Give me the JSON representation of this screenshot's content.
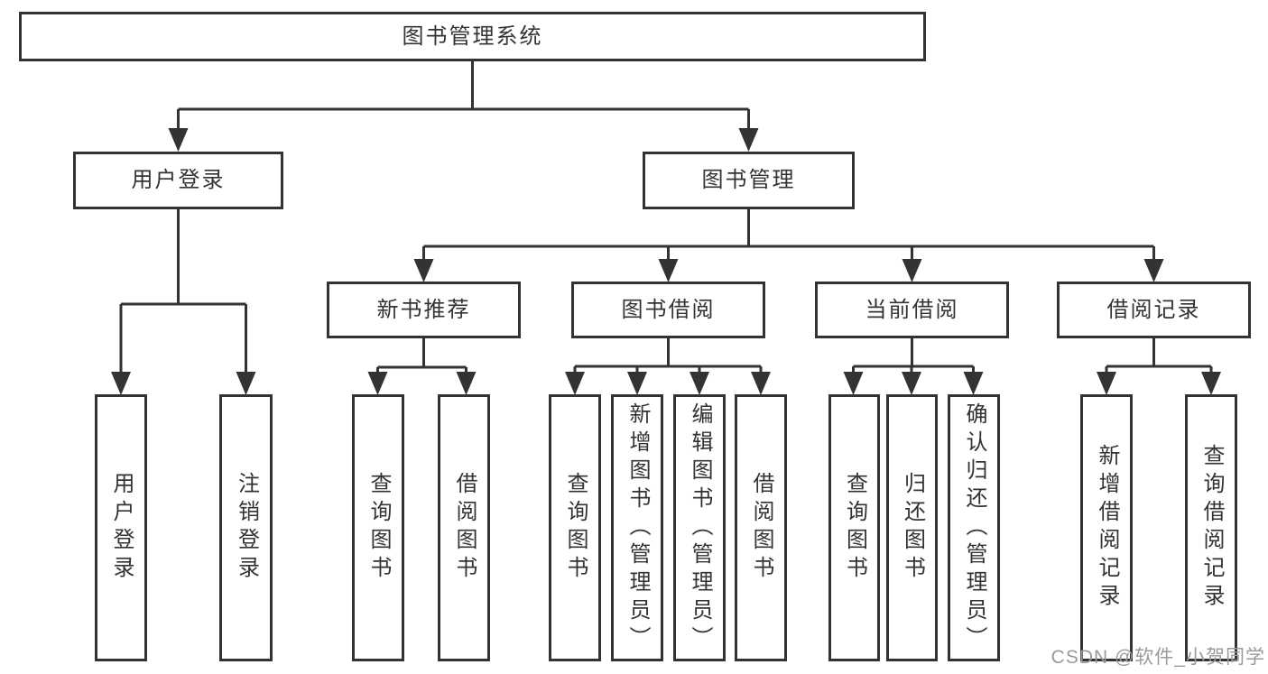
{
  "diagram": {
    "tree": {
      "label": "图书管理系统",
      "children": [
        {
          "label": "用户登录",
          "children": [
            {
              "label": "用户登录"
            },
            {
              "label": "注销登录"
            }
          ]
        },
        {
          "label": "图书管理",
          "children": [
            {
              "label": "新书推荐",
              "children": [
                {
                  "label": "查询图书"
                },
                {
                  "label": "借阅图书"
                }
              ]
            },
            {
              "label": "图书借阅",
              "children": [
                {
                  "label": "查询图书"
                },
                {
                  "label": "新增图书（管理员）"
                },
                {
                  "label": "编辑图书（管理员）"
                },
                {
                  "label": "借阅图书"
                }
              ]
            },
            {
              "label": "当前借阅",
              "children": [
                {
                  "label": "查询图书"
                },
                {
                  "label": "归还图书"
                },
                {
                  "label": "确认归还（管理员）"
                }
              ]
            },
            {
              "label": "借阅记录",
              "children": [
                {
                  "label": "新增借阅记录"
                },
                {
                  "label": "查询借阅记录"
                }
              ]
            }
          ]
        }
      ]
    },
    "line_color": "#333333",
    "watermark": "CSDN @软件_小贺同学"
  }
}
